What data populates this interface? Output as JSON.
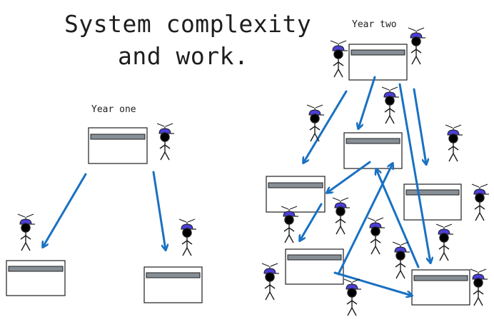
{
  "diagram": {
    "title_line1": "System complexity",
    "title_line2": "and work.",
    "label_year_one": "Year one",
    "label_year_two": "Year two"
  },
  "colors": {
    "arrow": "#1971c2",
    "cap": "#4c3fd6",
    "box_bar": "#868e96",
    "ink": "#1e1e1e"
  },
  "icons": {
    "person": "stick-figure-with-propeller-cap-icon",
    "system": "window-box-icon"
  }
}
